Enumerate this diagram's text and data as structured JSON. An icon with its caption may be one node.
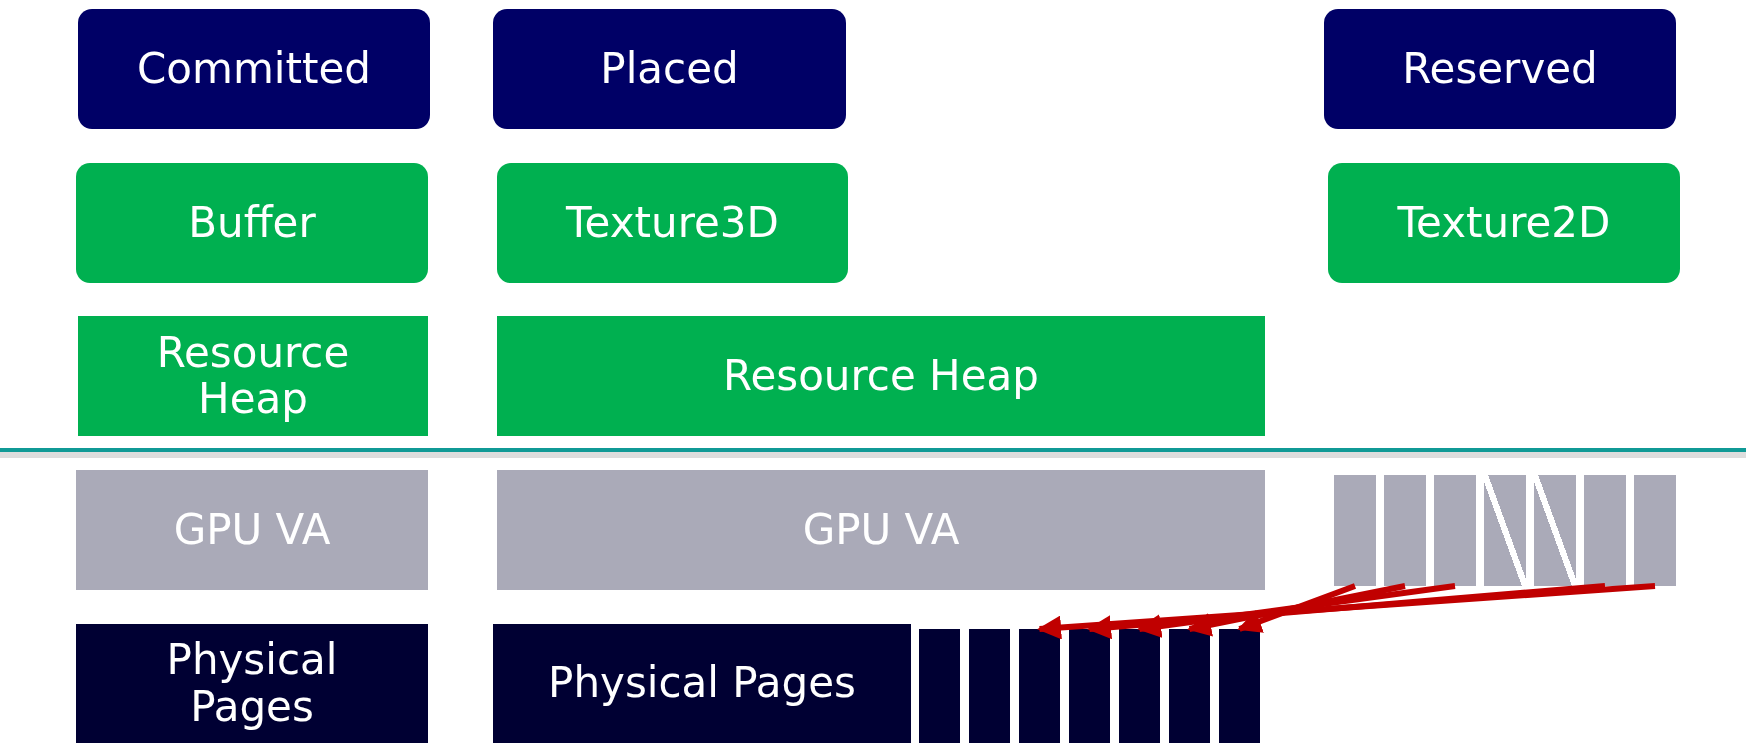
{
  "diagram": {
    "nodes": [
      {
        "text": [
          "Committed"
        ]
      },
      {
        "text": [
          "Placed"
        ]
      },
      {
        "text": [
          "Reserved"
        ]
      },
      {
        "text": [
          "Buffer"
        ]
      },
      {
        "text": [
          "Texture3D"
        ]
      },
      {
        "text": [
          "Texture2D"
        ]
      },
      {
        "text": [
          "Resource Heap"
        ]
      },
      {
        "text": [
          "Resource Heap"
        ]
      },
      {
        "text": [
          "GPU VA"
        ]
      },
      {
        "text": [
          "GPU VA"
        ]
      },
      {
        "text": [],
        "shape": "bar"
      },
      {
        "text": [],
        "shape": "bar"
      },
      {
        "text": [],
        "shape": "bar"
      },
      {
        "text": [],
        "shape": "bar"
      },
      {
        "text": [],
        "shape": "bar"
      },
      {
        "text": [],
        "shape": "bar"
      },
      {
        "text": [],
        "shape": "bar"
      },
      {
        "text": [
          "Physical Pages"
        ]
      },
      {
        "text": [
          "Physical Pages"
        ]
      },
      {
        "text": [],
        "shape": "bar"
      },
      {
        "text": [],
        "shape": "bar"
      },
      {
        "text": [],
        "shape": "bar"
      },
      {
        "text": [],
        "shape": "bar"
      },
      {
        "text": [],
        "shape": "bar"
      },
      {
        "text": [],
        "shape": "bar"
      },
      {
        "text": [],
        "shape": "bar"
      }
    ],
    "edges": [
      {
        "from": 10,
        "to": 25,
        "arrow": "to"
      },
      {
        "from": 11,
        "to": 24,
        "arrow": "to"
      },
      {
        "from": 12,
        "to": 23,
        "arrow": "to"
      },
      {
        "from": 15,
        "to": 22,
        "arrow": "to"
      },
      {
        "from": 16,
        "to": 21,
        "arrow": "to"
      }
    ]
  }
}
